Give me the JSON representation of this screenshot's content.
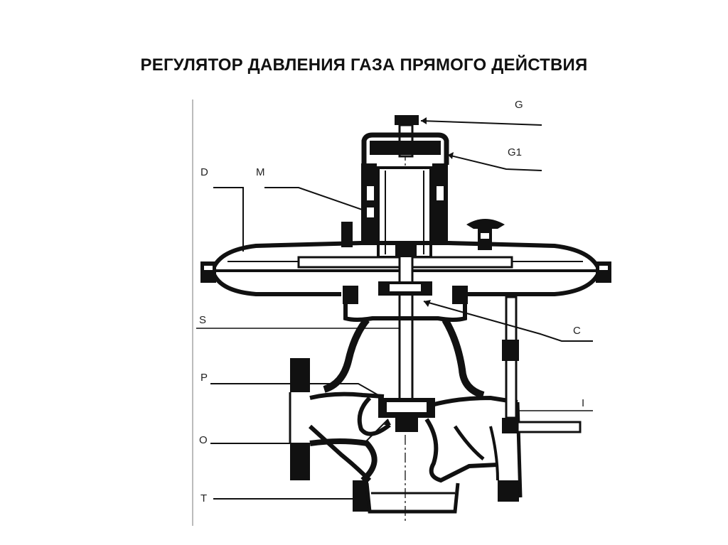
{
  "title": "РЕГУЛЯТОР ДАВЛЕНИЯ ГАЗА ПРЯМОГО ДЕЙСТВИЯ",
  "labels": {
    "g": "G",
    "g1": "G1",
    "d": "D",
    "m": "M",
    "s": "S",
    "c": "C",
    "p": "P",
    "i": "I",
    "o": "O",
    "t": "T"
  },
  "colors": {
    "ink": "#111111",
    "paper": "#ffffff"
  }
}
